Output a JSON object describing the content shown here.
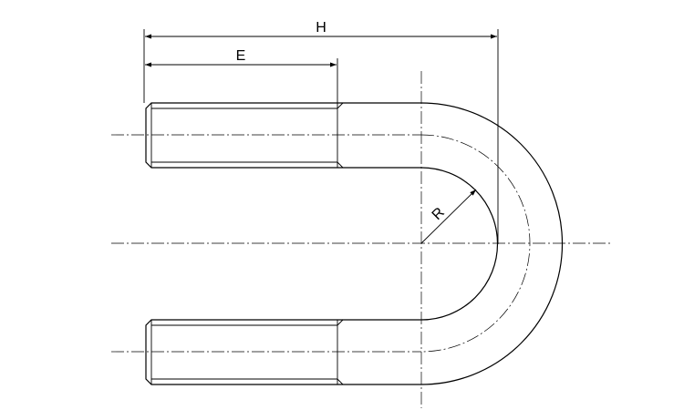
{
  "diagram": {
    "dimension_labels": {
      "overall_height": "H",
      "thread_length": "E",
      "bend_radius": "R"
    },
    "colors": {
      "line": "#000000",
      "background": "#ffffff"
    }
  }
}
